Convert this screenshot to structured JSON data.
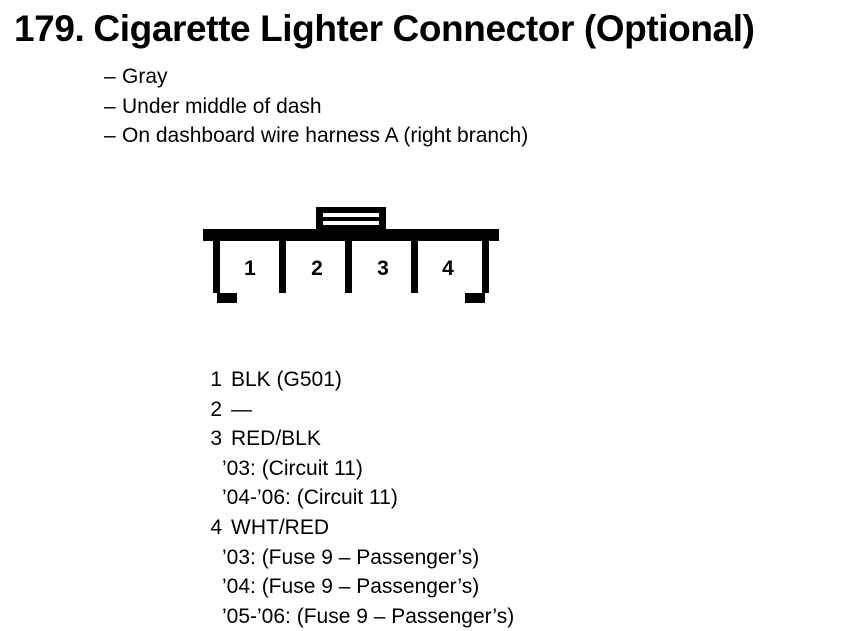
{
  "page": {
    "number": "179.",
    "title": "Cigarette Lighter Connector (Optional)"
  },
  "details": {
    "dash": "–",
    "items": [
      "Gray",
      "Under middle of dash",
      "On dashboard wire harness A (right branch)"
    ]
  },
  "connector": {
    "cavity_numbers": [
      "1",
      "2",
      "3",
      "4"
    ],
    "outline_color": "#000000",
    "fill_color": "#ffffff"
  },
  "pins": [
    {
      "number": "1",
      "label": "BLK (G501)",
      "sub": []
    },
    {
      "number": "2",
      "label": "—",
      "sub": []
    },
    {
      "number": "3",
      "label": "RED/BLK",
      "sub": [
        "’03: (Circuit 11)",
        "’04-’06: (Circuit 11)"
      ]
    },
    {
      "number": "4",
      "label": "WHT/RED",
      "sub": [
        "’03: (Fuse 9 – Passenger’s)",
        "’04: (Fuse 9 – Passenger’s)",
        "’05-’06: (Fuse 9 – Passenger’s)"
      ]
    }
  ]
}
